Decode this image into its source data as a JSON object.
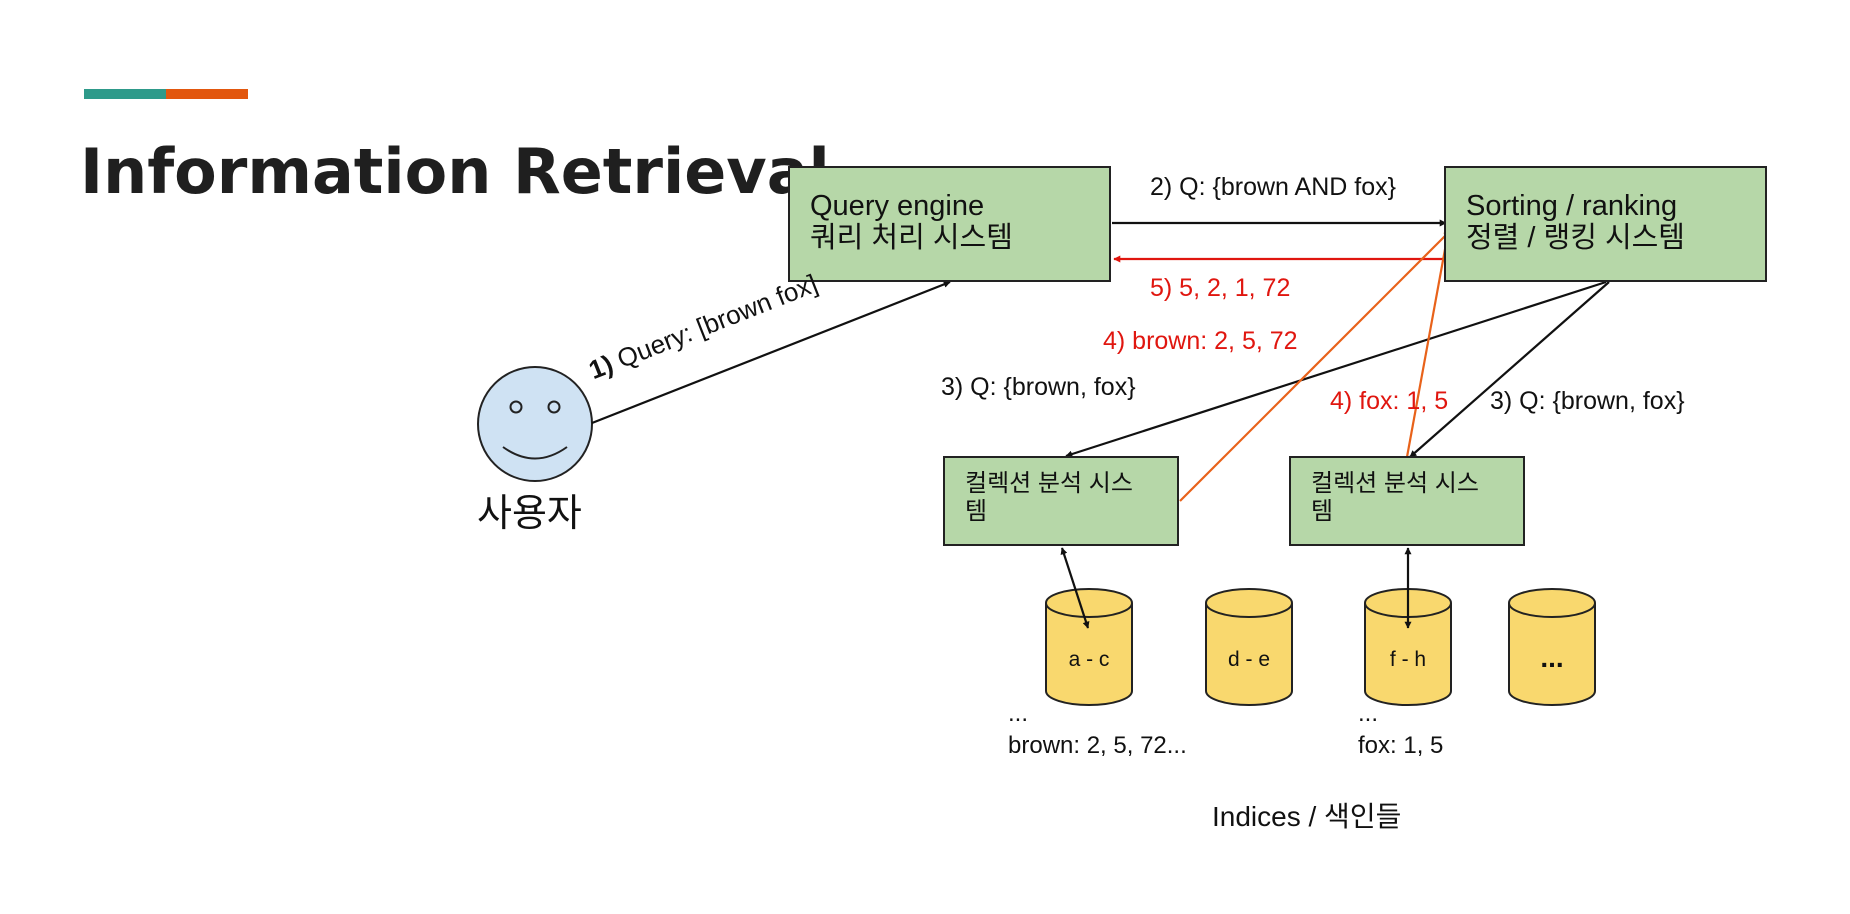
{
  "slide": {
    "title": "Information Retrieval",
    "colors": {
      "accent_teal": "#2e9a8a",
      "accent_orange": "#e2570e",
      "box_fill": "#b6d7a8",
      "index_fill": "#f9d86e",
      "user_fill": "#cfe2f3",
      "red_arrow": "#e0160f",
      "orange_arrow": "#e8621a"
    }
  },
  "diagram": {
    "query_engine": {
      "line1": "Query engine",
      "line2": "쿼리 처리 시스템"
    },
    "sorting_ranking": {
      "line1": "Sorting / ranking",
      "line2": "정렬 / 랭킹 시스템"
    },
    "collection_analyzer_1": {
      "line1": "컬렉션 분석 시스",
      "line2": "템"
    },
    "collection_analyzer_2": {
      "line1": "컬렉션 분석 시스",
      "line2": "템"
    },
    "user": {
      "label": "사용자",
      "icon": "smiley-face-icon"
    },
    "edges": {
      "step1_num": "1)",
      "step1_text": "Query: [brown fox]",
      "step2": "2) Q: {brown AND fox}",
      "step3_left": "3) Q: {brown, fox}",
      "step3_right": "3) Q: {brown, fox}",
      "step4_brown": "4) brown: 2, 5, 72",
      "step4_fox": "4) fox: 1, 5",
      "step5": "5) 5, 2, 1, 72"
    },
    "indices": {
      "items": [
        "a - c",
        "d - e",
        "f - h",
        "..."
      ],
      "note_left_ellipsis": "...",
      "note_left": "brown: 2, 5, 72...",
      "note_right_ellipsis": "...",
      "note_right": "fox: 1, 5",
      "caption": "Indices / 색인들"
    }
  }
}
